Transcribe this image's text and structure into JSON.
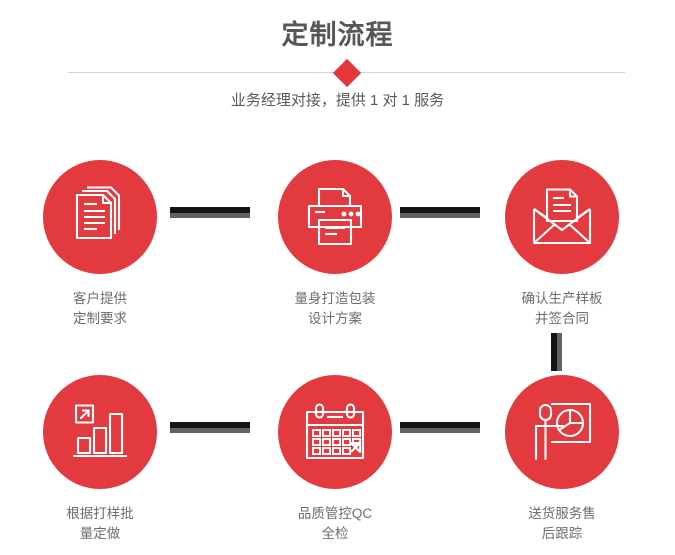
{
  "header": {
    "title": "定制流程",
    "subtitle": "业务经理对接，提供 1 对 1 服务",
    "divider_icon": "diamond-marker",
    "title_color": "#575757",
    "accent_color": "#e2383c"
  },
  "theme": {
    "circle_red": "#e23a3e",
    "connector_dark": "#151515",
    "connector_light": "#636363",
    "label_gray": "#6d6d6d",
    "divider_gray": "#d2d2d2"
  },
  "flow": {
    "rows": [
      {
        "steps": [
          {
            "icon": "documents-stack-icon",
            "label": "客户提供\n定制要求"
          },
          {
            "icon": "printer-icon",
            "label": "量身打造包装\n设计方案"
          },
          {
            "icon": "envelope-document-icon",
            "label": "确认生产样板\n并签合同"
          }
        ]
      },
      {
        "steps": [
          {
            "icon": "bar-chart-growth-icon",
            "label": "根据打样批\n量定做"
          },
          {
            "icon": "calendar-icon",
            "label": "品质管控QC\n全检"
          },
          {
            "icon": "presenter-pie-chart-icon",
            "label": "送货服务售\n后跟踪"
          }
        ]
      }
    ],
    "connectors": [
      {
        "name": "connector-row1-a-b",
        "orientation": "horizontal"
      },
      {
        "name": "connector-row1-b-c",
        "orientation": "horizontal"
      },
      {
        "name": "connector-row1-to-row2",
        "orientation": "vertical"
      },
      {
        "name": "connector-row2-a-b",
        "orientation": "horizontal"
      },
      {
        "name": "connector-row2-b-c",
        "orientation": "horizontal"
      }
    ]
  }
}
